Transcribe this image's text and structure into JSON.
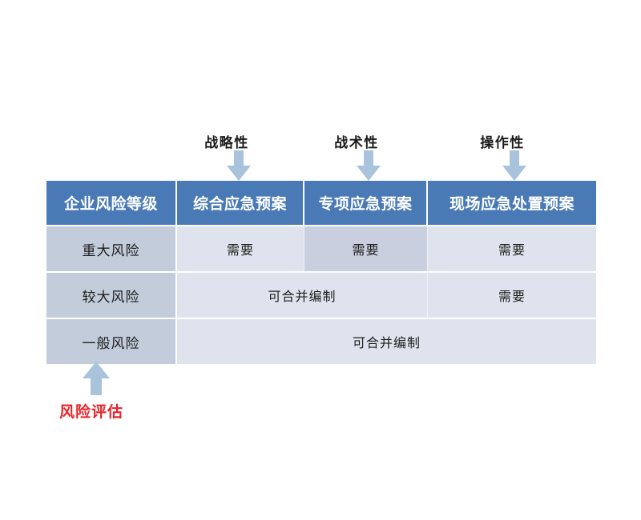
{
  "annotations": {
    "top": [
      {
        "label": "战略性",
        "name": "annotation-strategic"
      },
      {
        "label": "战术性",
        "name": "annotation-tactical"
      },
      {
        "label": "操作性",
        "name": "annotation-operational"
      }
    ],
    "bottom": {
      "label": "风险评估",
      "color": "#e8232a"
    }
  },
  "matrix": {
    "headers": [
      "企业风险等级",
      "综合应急预案",
      "专项应急预案",
      "现场应急处置预案"
    ],
    "rows": [
      {
        "level": "重大风险",
        "cells": [
          "需要",
          "需要",
          "需要"
        ]
      },
      {
        "level": "较大风险",
        "cells": [
          "可合并编制",
          "需要"
        ]
      },
      {
        "level": "一般风险",
        "cells": [
          "可合并编制"
        ]
      }
    ]
  },
  "colors": {
    "header_bg": "#4a7ab5",
    "header_text": "#ffffff",
    "rowhead_bg": "#c3ccdb",
    "body_bg": "#dfe3ed",
    "highlight_bg": "#c9cfde",
    "arrow": "#a9c3dc",
    "accent_red": "#e8232a"
  }
}
